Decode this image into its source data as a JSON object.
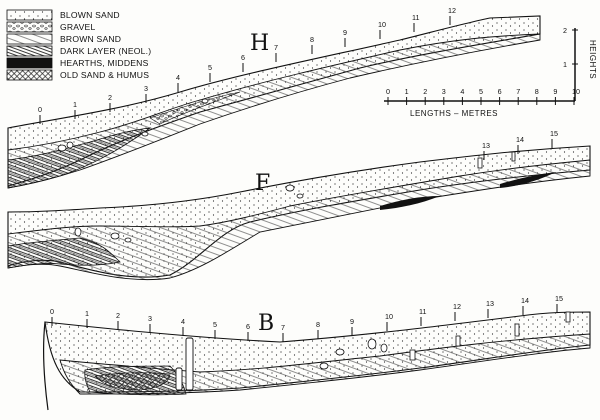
{
  "legend": {
    "items": [
      {
        "label": "BLOWN SAND",
        "pattern": "dots"
      },
      {
        "label": "GRAVEL",
        "pattern": "gravel"
      },
      {
        "label": "BROWN SAND",
        "pattern": "hatch-light"
      },
      {
        "label": "DARK LAYER  (NEOL.)",
        "pattern": "hatch-dense"
      },
      {
        "label": "HEARTHS, MIDDENS",
        "pattern": "black"
      },
      {
        "label": "OLD SAND & HUMUS",
        "pattern": "crosshatch"
      }
    ]
  },
  "scale": {
    "lengths_label": "LENGTHS  –  METRES",
    "heights_label": "HEIGHTS",
    "length_ticks": [
      "0",
      "1",
      "2",
      "3",
      "4",
      "5",
      "6",
      "7",
      "8",
      "9",
      "10"
    ],
    "height_ticks": [
      "1",
      "2"
    ]
  },
  "sections": [
    {
      "id": "H",
      "label": "H",
      "ticks": [
        "0",
        "1",
        "2",
        "3",
        "4",
        "5",
        "6",
        "7",
        "8",
        "9",
        "10",
        "11",
        "12"
      ]
    },
    {
      "id": "F",
      "label": "F",
      "ticks": [
        "13",
        "14",
        "15"
      ]
    },
    {
      "id": "B",
      "label": "B",
      "ticks": [
        "0",
        "1",
        "2",
        "3",
        "4",
        "5",
        "6",
        "7",
        "8",
        "9",
        "10",
        "11",
        "12",
        "13",
        "14",
        "15"
      ]
    }
  ],
  "colors": {
    "ink": "#111111",
    "paper": "#fdfdfb"
  }
}
